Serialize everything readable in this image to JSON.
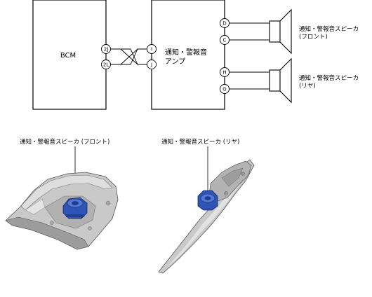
{
  "blocks": {
    "bcm": "BCM",
    "amp_line1": "通知・警報音",
    "amp_line2": "アンプ"
  },
  "pins": {
    "bcm_top": "2J",
    "bcm_bottom": "2L",
    "amp_left_top": "I",
    "amp_left_bottom": "J",
    "amp_right_1": "D",
    "amp_right_2": "C",
    "amp_right_3": "H",
    "amp_right_4": "G"
  },
  "speakers": {
    "front_line1": "通知・警報音スピーカ",
    "front_line2": "(フロント)",
    "rear_line1": "通知・警報音スピーカ",
    "rear_line2": "(リヤ)"
  },
  "illustrations": {
    "front_caption": "通知・警報音スピーカ (フロント)",
    "rear_caption": "通知・警報音スピーカ (リヤ)"
  }
}
